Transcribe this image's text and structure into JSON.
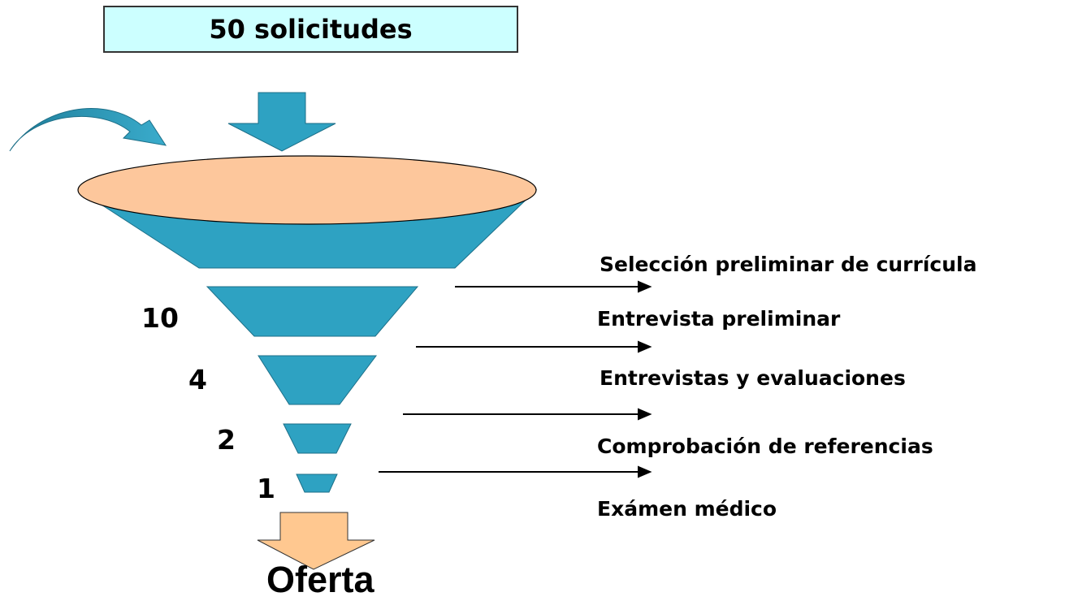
{
  "header": {
    "label": "50 solicitudes"
  },
  "counts": [
    "10",
    "4",
    "2",
    "1"
  ],
  "stages": [
    "Selección preliminar de currícula",
    "Entrevista preliminar",
    "Entrevistas y evaluaciones",
    "Comprobación de referencias",
    "Exámen médico"
  ],
  "result": {
    "label": "Oferta"
  },
  "colors": {
    "funnel_teal": "#2ea2c2",
    "funnel_top": "#fdc79c",
    "header_bg": "#ccffff",
    "output_arrow": "#ffc890",
    "text": "#000000"
  }
}
